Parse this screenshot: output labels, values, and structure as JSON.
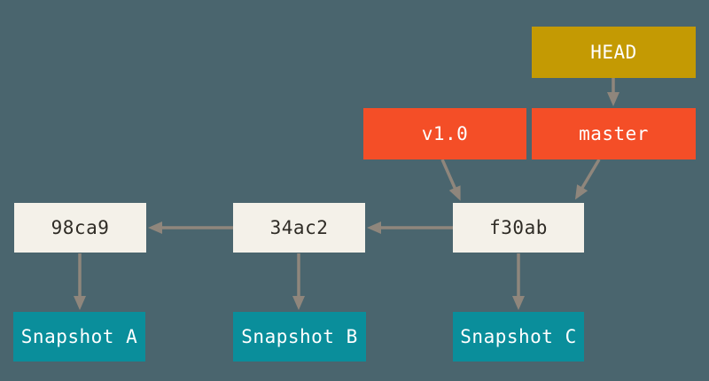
{
  "diagram": {
    "title": "Git HEAD, branch and tag pointers to commits and snapshots",
    "colors": {
      "background": "#4a656e",
      "head_box": "#c49a03",
      "ref_box": "#f44e27",
      "commit_box": "#f4f1e9",
      "snapshot_box": "#0a8e9b",
      "arrow": "#8f867c",
      "ref_text": "#ffffff",
      "commit_text": "#2f2c26"
    },
    "nodes": {
      "head": {
        "label": "HEAD",
        "type": "head-pointer"
      },
      "v1": {
        "label": "v1.0",
        "type": "tag"
      },
      "master": {
        "label": "master",
        "type": "branch"
      },
      "c98ca9": {
        "label": "98ca9",
        "type": "commit"
      },
      "c34ac2": {
        "label": "34ac2",
        "type": "commit"
      },
      "cf30ab": {
        "label": "f30ab",
        "type": "commit"
      },
      "snap_a": {
        "label": "Snapshot A",
        "type": "snapshot"
      },
      "snap_b": {
        "label": "Snapshot B",
        "type": "snapshot"
      },
      "snap_c": {
        "label": "Snapshot C",
        "type": "snapshot"
      }
    },
    "edges": [
      {
        "from": "HEAD",
        "to": "master"
      },
      {
        "from": "v1.0",
        "to": "f30ab"
      },
      {
        "from": "master",
        "to": "f30ab"
      },
      {
        "from": "f30ab",
        "to": "34ac2"
      },
      {
        "from": "34ac2",
        "to": "98ca9"
      },
      {
        "from": "98ca9",
        "to": "Snapshot A"
      },
      {
        "from": "34ac2",
        "to": "Snapshot B"
      },
      {
        "from": "f30ab",
        "to": "Snapshot C"
      }
    ]
  }
}
